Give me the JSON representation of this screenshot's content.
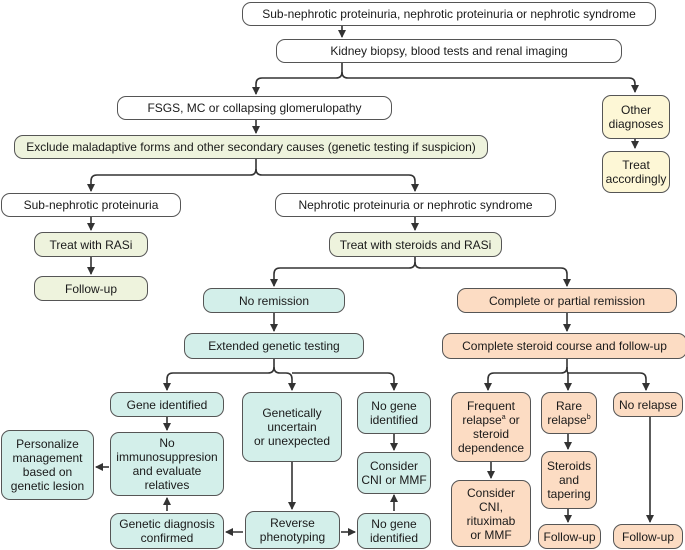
{
  "colors": {
    "white": "#ffffff",
    "general": "#eef3dd",
    "no_remission_path": "#d3efea",
    "remission_path": "#fcdcc3",
    "other": "#fdf7d6",
    "arrow": "#333333"
  },
  "nodes": {
    "n1": "Sub-nephrotic proteinuria, nephrotic proteinuria or nephrotic syndrome",
    "n2": "Kidney biopsy, blood tests and renal imaging",
    "n3": "FSGS, MC or collapsing glomerulopathy",
    "n4": "Other\ndiagnoses",
    "n5": "Exclude maladaptive forms and other secondary causes (genetic testing if suspicion)",
    "n6": "Treat\naccordingly",
    "n7": "Sub-nephrotic proteinuria",
    "n8": "Nephrotic proteinuria or nephrotic syndrome",
    "n9": "Treat with RASi",
    "n10": "Treat with steroids and RASi",
    "n11": "Follow-up",
    "n12": "No remission",
    "n13": "Complete or partial remission",
    "n14": "Extended genetic testing",
    "n15": "Complete steroid course and follow-up",
    "n16": "Gene identified",
    "n17": "Genetically\nuncertain\nor unexpected",
    "n18": "No gene\nidentified",
    "n19_main": "Frequent\nrelapse",
    "n19_sup": "a",
    "n19_rest": " or\nsteroid\ndependence",
    "n20_main": "Rare\nrelapse",
    "n20_sup": "b",
    "n21": "No relapse",
    "n22": "Personalize\nmanagement\nbased on\ngenetic lesion",
    "n23": "No\nimmunosuppresion\nand evaluate\nrelatives",
    "n24": "Consider\nCNI or MMF",
    "n25": "Steroids\nand\ntapering",
    "n26": "Consider\nCNI,\nrituximab\nor MMF",
    "n27": "Genetic diagnosis\nconfirmed",
    "n28": "Reverse\nphenotyping",
    "n29": "No gene\nidentified",
    "n30": "Follow-up",
    "n31": "Follow-up"
  }
}
